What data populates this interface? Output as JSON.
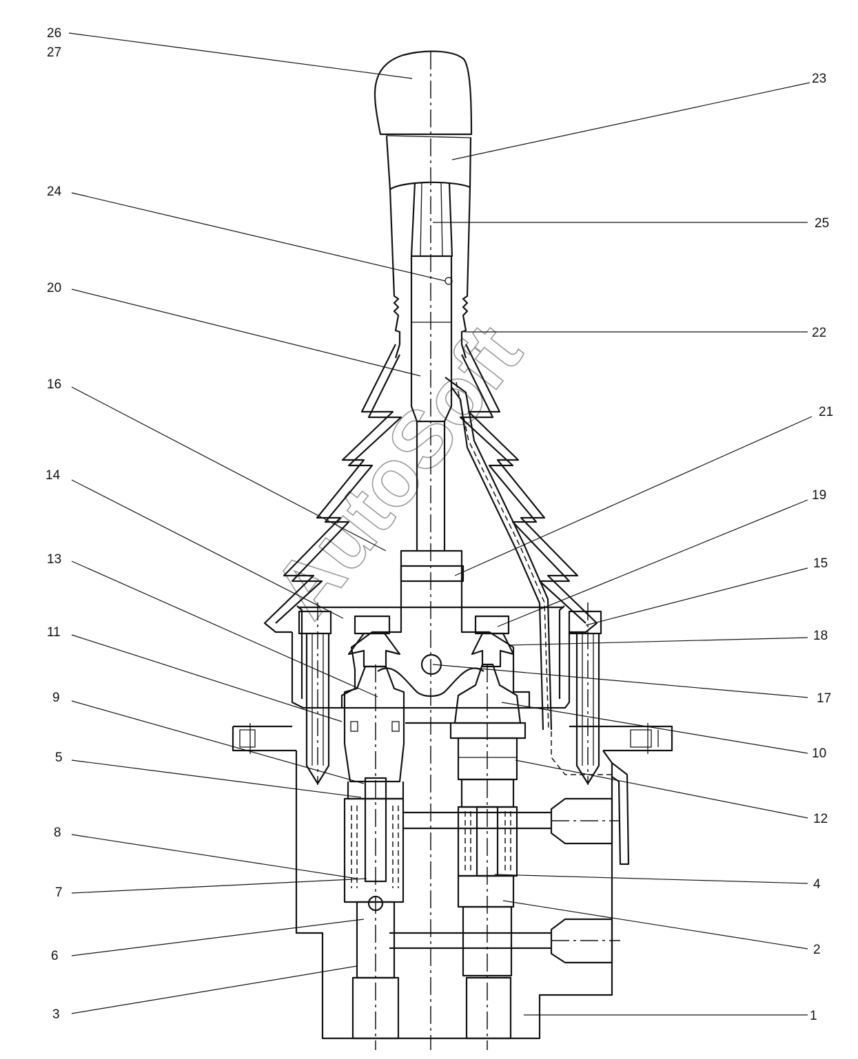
{
  "watermark": "AutoSoft",
  "callouts": [
    {
      "id": "26",
      "label": "26"
    },
    {
      "id": "27",
      "label": "27"
    },
    {
      "id": "23",
      "label": "23"
    },
    {
      "id": "24",
      "label": "24"
    },
    {
      "id": "25",
      "label": "25"
    },
    {
      "id": "20",
      "label": "20"
    },
    {
      "id": "22",
      "label": "22"
    },
    {
      "id": "16",
      "label": "16"
    },
    {
      "id": "21",
      "label": "21"
    },
    {
      "id": "14",
      "label": "14"
    },
    {
      "id": "19",
      "label": "19"
    },
    {
      "id": "13",
      "label": "13"
    },
    {
      "id": "15",
      "label": "15"
    },
    {
      "id": "11",
      "label": "11"
    },
    {
      "id": "18",
      "label": "18"
    },
    {
      "id": "17",
      "label": "17"
    },
    {
      "id": "9",
      "label": "9"
    },
    {
      "id": "10",
      "label": "10"
    },
    {
      "id": "5",
      "label": "5"
    },
    {
      "id": "12",
      "label": "12"
    },
    {
      "id": "8",
      "label": "8"
    },
    {
      "id": "4",
      "label": "4"
    },
    {
      "id": "7",
      "label": "7"
    },
    {
      "id": "2",
      "label": "2"
    },
    {
      "id": "6",
      "label": "6"
    },
    {
      "id": "3",
      "label": "3"
    },
    {
      "id": "1",
      "label": "1"
    }
  ]
}
